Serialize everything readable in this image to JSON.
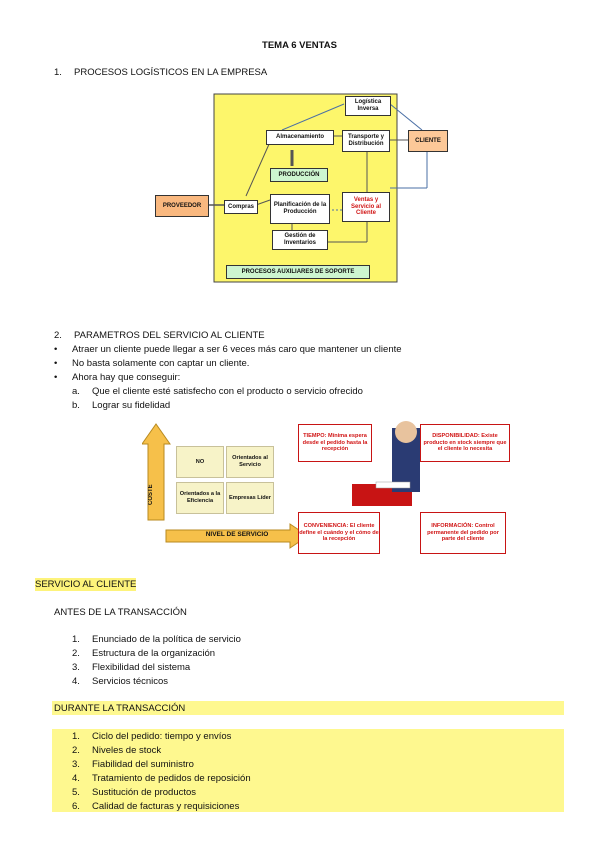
{
  "doc": {
    "title": "TEMA 6 VENTAS",
    "section1": {
      "number": "1.",
      "title": "PROCESOS LOGÍSTICOS EN LA EMPRESA"
    },
    "diagram1": {
      "logistica_inversa": "Logística Inversa",
      "almacenamiento": "Almacenamiento",
      "transporte": "Transporte y Distribución",
      "cliente": "CLIENTE",
      "produccion": "PRODUCCIÓN",
      "proveedor": "PROVEEDOR",
      "compras": "Compras",
      "planificacion": "Planificación de la Producción",
      "ventas": "Ventas y Servicio al Cliente",
      "gestion": "Gestión de Inventarios",
      "auxiliares": "PROCESOS AUXILIARES DE SOPORTE"
    },
    "section2": {
      "number": "2.",
      "title": "PARAMETROS DEL SERVICIO AL CLIENTE",
      "bullets": [
        "Atraer un cliente puede llegar a ser 6 veces más caro que mantener un cliente",
        "No basta solamente con captar un cliente.",
        "Ahora hay que conseguir:"
      ],
      "sub_items": [
        {
          "marker": "a.",
          "text": "Que el cliente esté satisfecho con el producto o servicio ofrecido"
        },
        {
          "marker": "b.",
          "text": "Lograr su fidelidad"
        }
      ]
    },
    "diagram2": {
      "costs_label": "COSTE",
      "service_label": "NIVEL DE SERVICIO",
      "quadrants": [
        "NO",
        "Orientados al Servicio",
        "Orientados a la Eficiencia",
        "Empresas Líder"
      ],
      "tiempo": "TIEMPO: Mínima espera desde el pedido hasta la recepción",
      "disponibilidad": "DISPONIBILIDAD: Existe producto en stock siempre que el cliente lo necesita",
      "conveniencia": "CONVENIENCIA: El cliente define el cuándo y el cómo de la recepción",
      "informacion": "INFORMACIÓN: Control permanente del pedido por parte del cliente"
    },
    "servicio_heading": "SERVICIO AL CLIENTE",
    "antes": {
      "heading": "ANTES DE LA TRANSACCIÓN",
      "items": [
        "Enunciado de la política de servicio",
        "Estructura de la organización",
        "Flexibilidad del sistema",
        "Servicios técnicos"
      ]
    },
    "durante": {
      "heading": "DURANTE LA TRANSACCIÓN",
      "items": [
        "Ciclo del pedido: tiempo y envíos",
        "Niveles de stock",
        "Fiabilidad del suministro",
        "Tratamiento de pedidos de reposición",
        "Sustitución de productos",
        "Calidad de facturas y requisiciones"
      ]
    }
  }
}
